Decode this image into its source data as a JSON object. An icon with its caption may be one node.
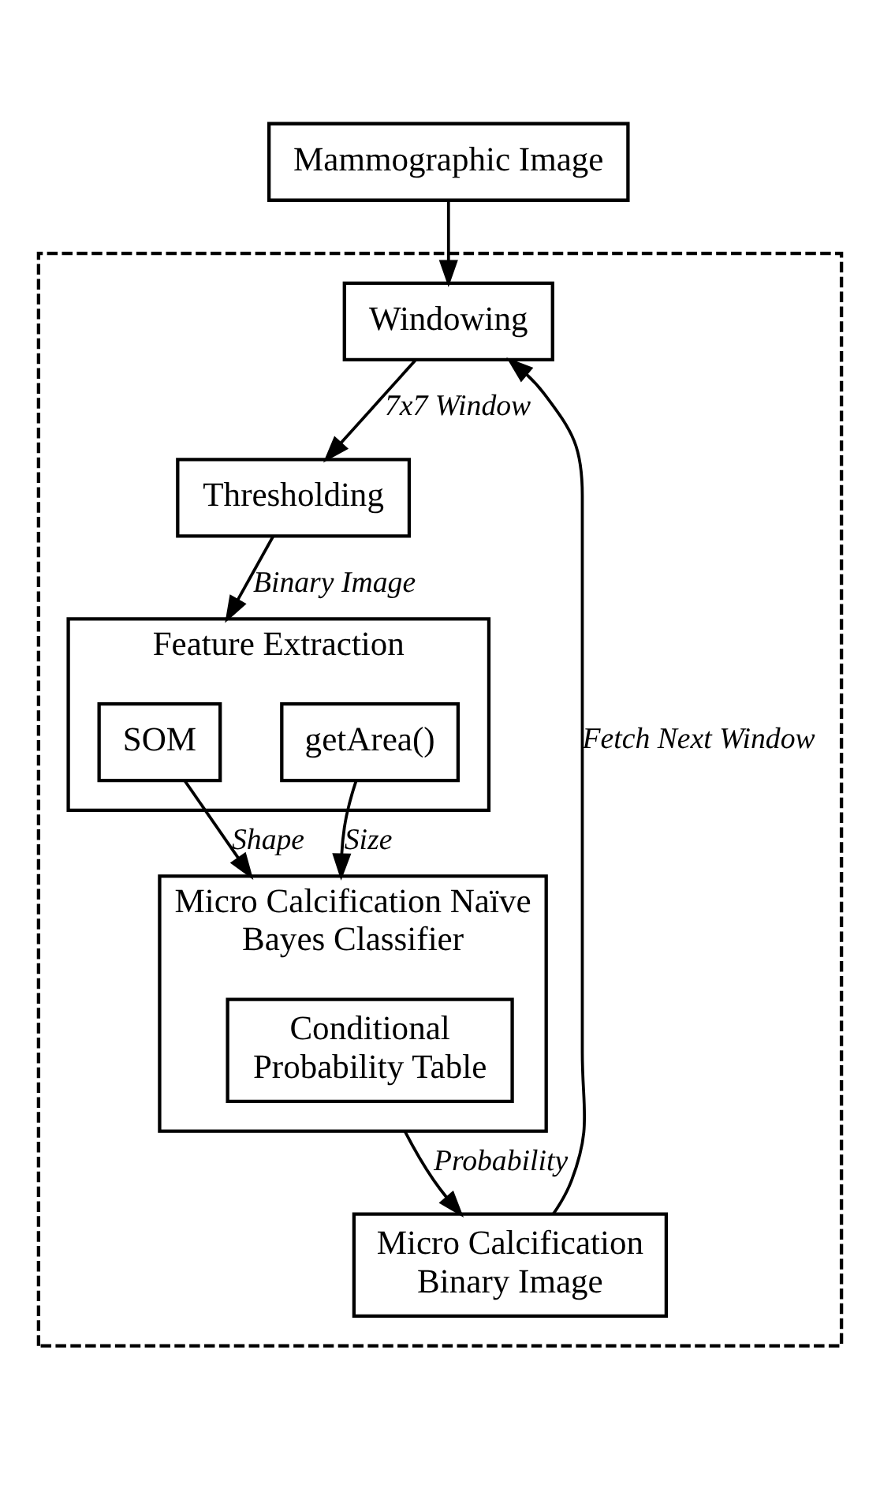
{
  "diagram": {
    "nodes": [
      {
        "text": [
          "Mammographic Image"
        ]
      },
      {
        "text": [],
        "shape": "box"
      },
      {
        "text": [
          "Windowing"
        ],
        "in": 1
      },
      {
        "text": [
          "Thresholding"
        ],
        "in": 1
      },
      {
        "text": [
          "Feature Extraction"
        ],
        "in": 1
      },
      {
        "text": [
          "SOM"
        ],
        "in": 4
      },
      {
        "text": [
          "getArea()"
        ],
        "in": 4
      },
      {
        "text": [
          "Micro Calcification Naïve Bayes Classifier"
        ],
        "in": 1
      },
      {
        "text": [
          "Conditional Probability Table"
        ],
        "in": 7
      },
      {
        "text": [
          "Micro Calcification Binary Image"
        ],
        "in": 1
      }
    ],
    "edges": [
      {
        "from": 0,
        "to": 2,
        "arrow": "to"
      },
      {
        "from": 2,
        "to": 3,
        "arrow": "to",
        "label": "7x7 Window"
      },
      {
        "from": 3,
        "to": 4,
        "arrow": "to",
        "label": "Binary Image"
      },
      {
        "from": 5,
        "to": 7,
        "arrow": "to",
        "label": "Shape"
      },
      {
        "from": 6,
        "to": 7,
        "arrow": "to",
        "label": "Size"
      },
      {
        "from": 7,
        "to": 9,
        "arrow": "to",
        "label": "Probability"
      },
      {
        "from": 9,
        "to": 2,
        "arrow": "to",
        "label": "Fetch Next Window"
      }
    ]
  }
}
